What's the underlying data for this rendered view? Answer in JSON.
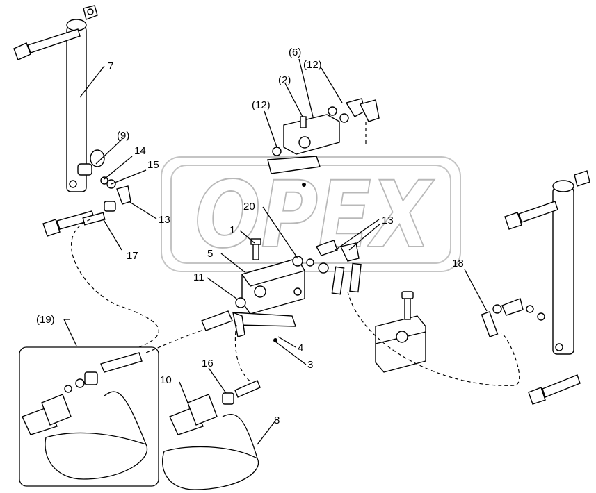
{
  "watermark": {
    "text": "OPEX"
  },
  "callouts": {
    "c1": "1",
    "c2": "(2)",
    "c3": "3",
    "c4": "4",
    "c5": "5",
    "c6": "(6)",
    "c7": "7",
    "c8": "8",
    "c9": "(9)",
    "c10": "10",
    "c11": "11",
    "c12a": "(12)",
    "c12b": "(12)",
    "c13a": "13",
    "c13b": "13",
    "c14": "14",
    "c15": "15",
    "c16": "16",
    "c17": "17",
    "c18": "18",
    "c19": "(19)",
    "c20": "20"
  }
}
